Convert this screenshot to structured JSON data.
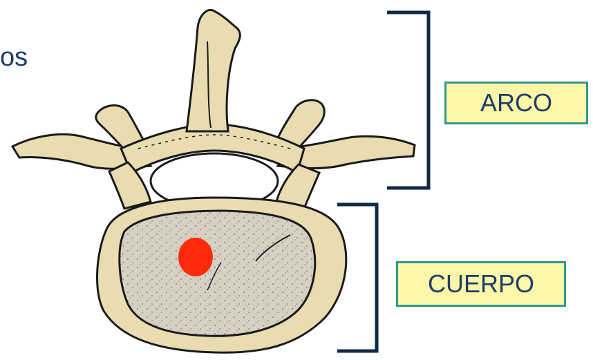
{
  "header": {
    "title_fragment": "os"
  },
  "labels": {
    "arch": "ARCO",
    "body": "CUERPO"
  },
  "colors": {
    "bone": "#e8dcb0",
    "bone_shadow": "#c9b47d",
    "cancellous": "#d6d0c2",
    "outline": "#1a1a1a",
    "marker": "#ff2a0c",
    "bracket": "#0f2a45",
    "label_fill": "#fcf7a8",
    "label_border": "#2f9a8d",
    "text": "#1f3d6b"
  },
  "icons": {
    "marker": "red-dot-marker-icon"
  }
}
